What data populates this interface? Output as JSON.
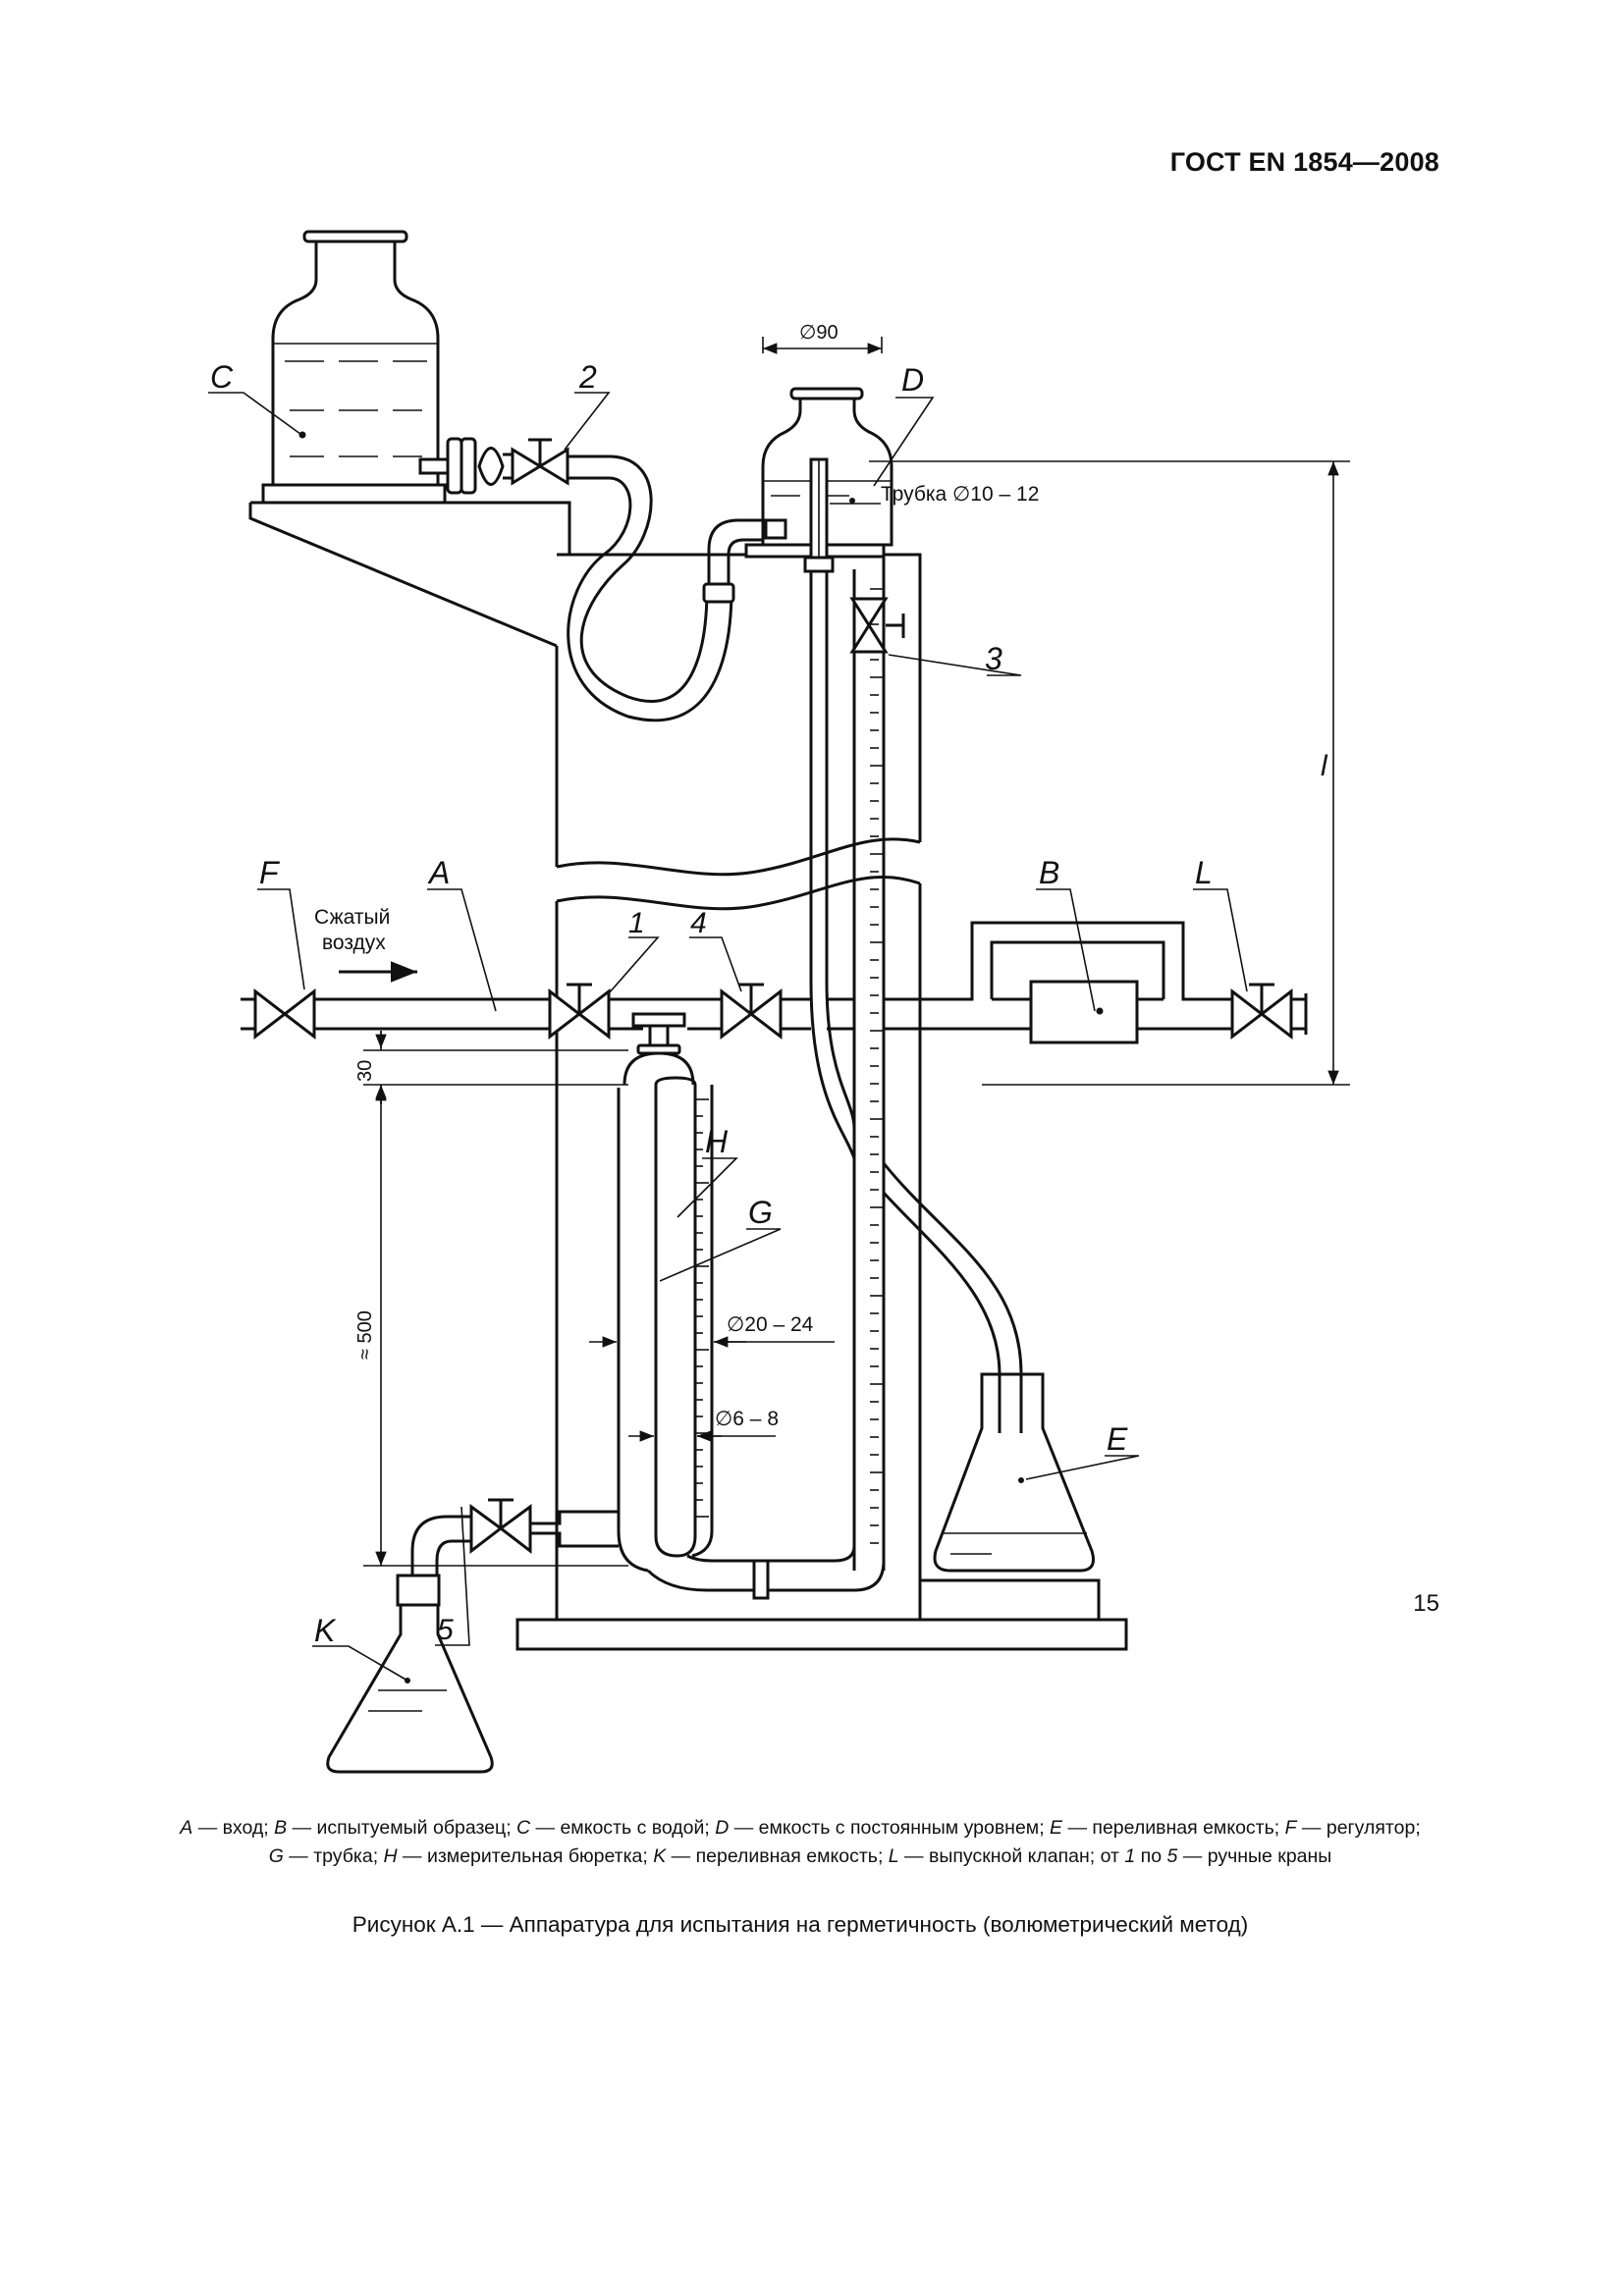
{
  "document": {
    "header": "ГОСТ EN 1854—2008",
    "page_number": "15"
  },
  "figure": {
    "labels": {
      "C": "C",
      "D": "D",
      "F": "F",
      "A": "A",
      "B": "B",
      "L": "L",
      "H": "H",
      "G": "G",
      "E": "E",
      "K": "K",
      "valve1": "1",
      "valve2": "2",
      "valve3": "3",
      "valve4": "4",
      "valve5": "5",
      "length": "l"
    },
    "dimensions": {
      "d90": "∅90",
      "tube": "Трубка ∅10 – 12",
      "d20_24": "∅20 – 24",
      "d6_8": "∅6 – 8",
      "h30": "30",
      "h500": "≈ 500"
    },
    "air_text_1": "Сжатый",
    "air_text_2": "воздух",
    "legend": [
      {
        "key": "A",
        "text": " — вход; "
      },
      {
        "key": "B",
        "text": " — испытуемый образец; "
      },
      {
        "key": "C",
        "text": " — емкость с водой; "
      },
      {
        "key": "D",
        "text": " — емкость с постоянным уровнем; "
      },
      {
        "key": "E",
        "text": " — переливная емкость; "
      },
      {
        "key": "F",
        "text": " — регулятор; "
      },
      {
        "key": "G",
        "text": " — трубка; "
      },
      {
        "key": "H",
        "text": " — измерительная бюретка; "
      },
      {
        "key": "K",
        "text": " — переливная емкость; "
      },
      {
        "key": "L",
        "text": " — выпускной клапан; от "
      },
      {
        "key": "1",
        "text": " по "
      },
      {
        "key": "5",
        "text": " — ручные краны"
      }
    ],
    "caption": "Рисунок А.1 — Аппаратура для испытания на герметичность (волюметрический метод)"
  }
}
